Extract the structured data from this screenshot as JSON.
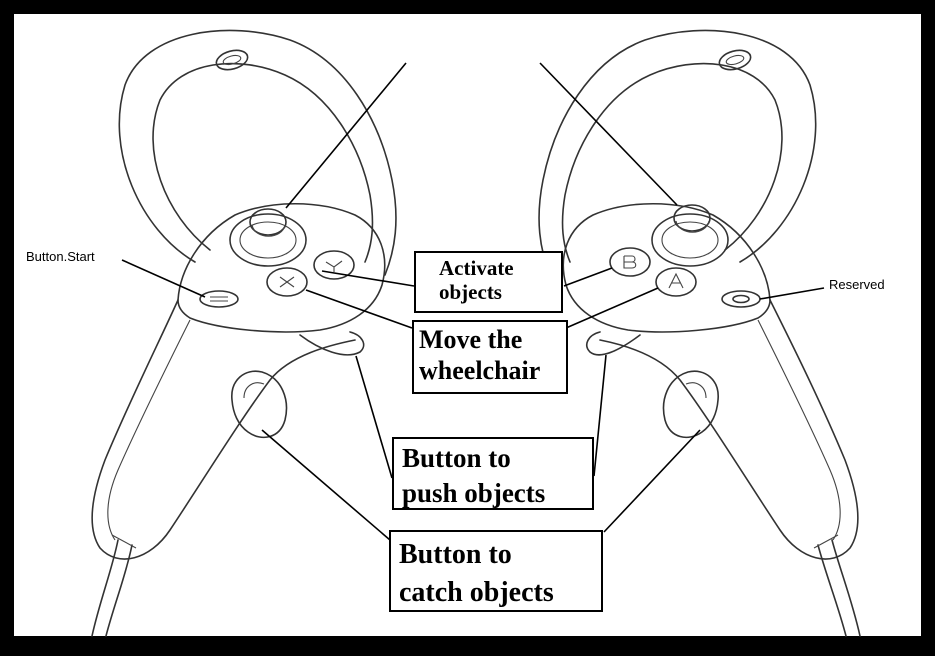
{
  "labels": {
    "button_start": "Button.Start",
    "reserved": "Reserved",
    "activate": "Activate\nobjects",
    "move": "Move the\nwheelchair",
    "push": "Button to\npush objects",
    "catch": "Button to\ncatch objects"
  },
  "colors": {
    "frame": "#000000",
    "canvas": "#ffffff",
    "ink": "#333333"
  }
}
